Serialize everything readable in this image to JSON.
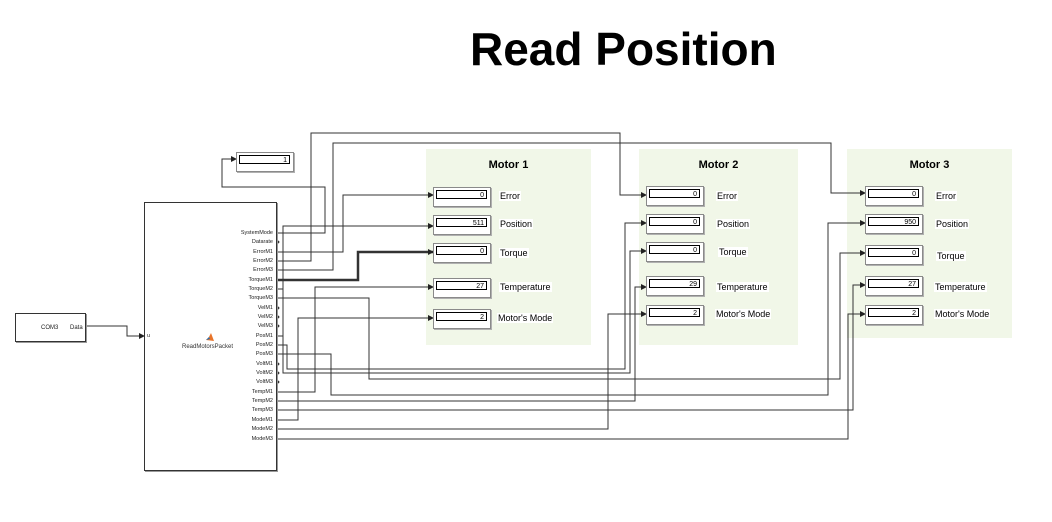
{
  "title": "Read Position",
  "source_block": {
    "port_name": "COM3",
    "output_label": "Data"
  },
  "function_block": {
    "name": "ReadMotorsPacket",
    "input_label": "u",
    "output_ports": [
      "SystemMode",
      "Datarate",
      "ErrorM1",
      "ErrorM2",
      "ErrorM3",
      "TorqueM1",
      "TorqueM2",
      "TorqueM3",
      "VelM1",
      "VelM2",
      "VelM3",
      "PosM1",
      "PosM2",
      "PosM3",
      "VoltM1",
      "VoltM2",
      "VoltM3",
      "TempM1",
      "TempM2",
      "TempM3",
      "ModeM1",
      "ModeM2",
      "ModeM3"
    ],
    "unconnected_ports": [
      "Datarate",
      "VelM1",
      "VelM2",
      "VelM3",
      "VoltM1",
      "VoltM2",
      "VoltM3"
    ]
  },
  "system_mode_display": {
    "value": "1"
  },
  "motors": [
    {
      "title": "Motor 1",
      "rows": [
        {
          "label": "Error",
          "value": "0"
        },
        {
          "label": "Position",
          "value": "511"
        },
        {
          "label": "Torque",
          "value": "0"
        },
        {
          "label": "Temperature",
          "value": "27"
        },
        {
          "label": "Motor's Mode",
          "value": "2"
        }
      ]
    },
    {
      "title": "Motor 2",
      "rows": [
        {
          "label": "Error",
          "value": "0"
        },
        {
          "label": "Position",
          "value": "0"
        },
        {
          "label": "Torque",
          "value": "0"
        },
        {
          "label": "Temperature",
          "value": "29"
        },
        {
          "label": "Motor's Mode",
          "value": "2"
        }
      ]
    },
    {
      "title": "Motor 3",
      "rows": [
        {
          "label": "Error",
          "value": "0"
        },
        {
          "label": "Position",
          "value": "950"
        },
        {
          "label": "Torque",
          "value": "0"
        },
        {
          "label": "Temperature",
          "value": "27"
        },
        {
          "label": "Motor's Mode",
          "value": "2"
        }
      ]
    }
  ],
  "colors": {
    "area_background": "#f1f7e8",
    "wire": "#333333"
  }
}
